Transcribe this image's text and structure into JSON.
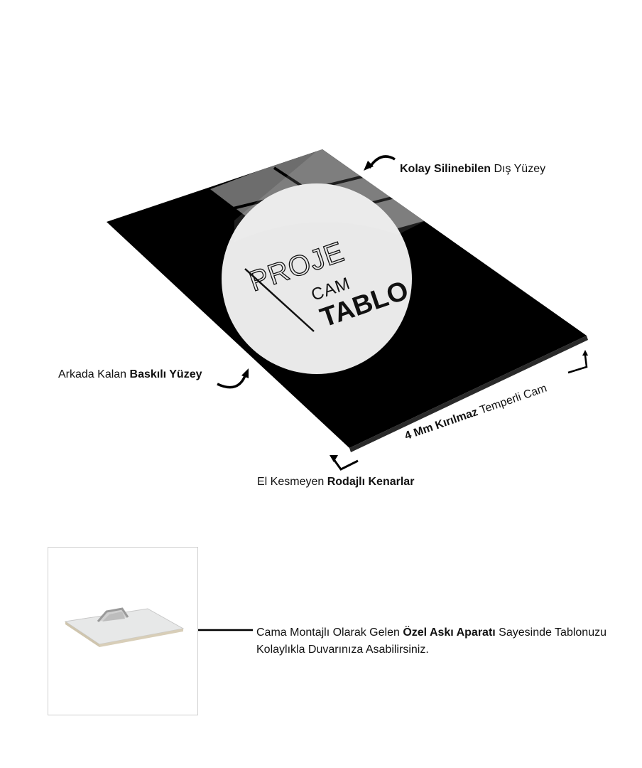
{
  "logo": {
    "line1": "PROJE",
    "line2": "CAM",
    "line3": "TABLO"
  },
  "labels": {
    "top": {
      "bold": "Kolay Silinebilen",
      "rest": " Dış Yüzey"
    },
    "left": {
      "pre": "Arkada Kalan ",
      "bold": "Baskılı Yüzey"
    },
    "bottom": {
      "pre": "El Kesmeyen ",
      "bold": "Rodajlı Kenarlar"
    },
    "diagonal": {
      "bold": "4 Mm Kırılmaz",
      "rest": " Temperli Cam"
    },
    "hanger": {
      "pre": "Cama Montajlı Olarak Gelen ",
      "bold": "Özel Askı Aparatı",
      "rest": " Sayesinde Tablonuzu Kolaylıkla Duvarınıza Asabilirsiniz."
    }
  },
  "colors": {
    "glass": "#000000",
    "circle": "#e9e9e9",
    "text": "#111111"
  }
}
